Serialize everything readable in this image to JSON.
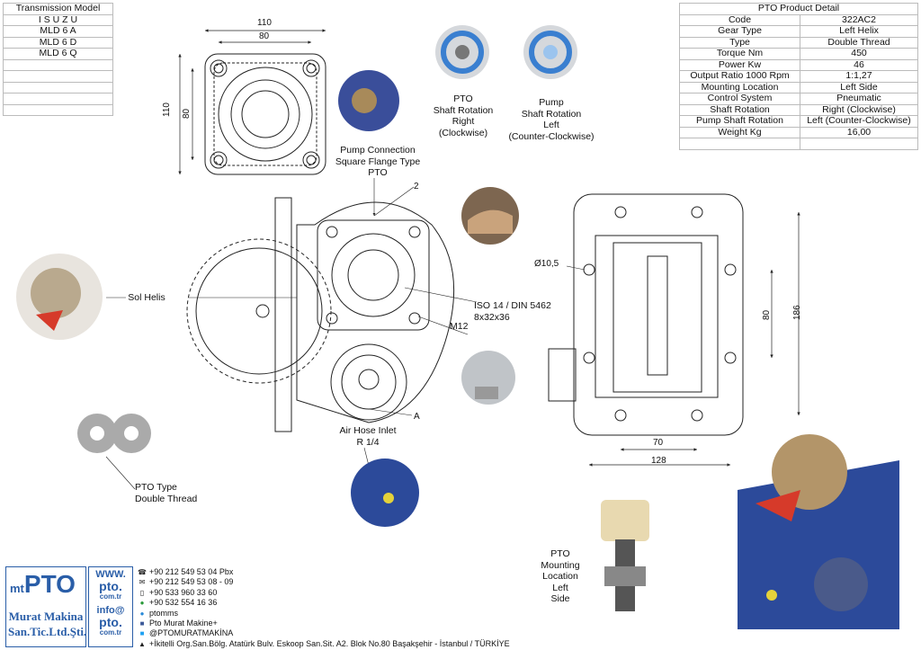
{
  "transmission": {
    "header": "Transmission Model",
    "models": [
      "I S U Z U",
      "MLD 6 A",
      "MLD 6 D",
      "MLD 6 Q",
      "",
      "",
      "",
      "",
      ""
    ]
  },
  "product": {
    "title": "PTO Product Detail",
    "rows": [
      {
        "k": "Code",
        "v": "322AC2"
      },
      {
        "k": "Gear Type",
        "v": "Left Helix"
      },
      {
        "k": "Type",
        "v": "Double Thread"
      },
      {
        "k": "Torque Nm",
        "v": "450"
      },
      {
        "k": "Power Kw",
        "v": "46"
      },
      {
        "k": "Output Ratio 1000 Rpm",
        "v": "1:1,27"
      },
      {
        "k": "Mounting Location",
        "v": "Left Side"
      },
      {
        "k": "Control System",
        "v": "Pneumatic"
      },
      {
        "k": "Shaft Rotation",
        "v": "Right (Clockwise)"
      },
      {
        "k": "Pump Shaft Rotation",
        "v": "Left (Counter-Clockwise)"
      },
      {
        "k": "Weight Kg",
        "v": "16,00"
      },
      {
        "k": "",
        "v": ""
      }
    ]
  },
  "labels": {
    "pto_rotation": [
      "PTO",
      "Shaft Rotation",
      "Right",
      "(Clockwise)"
    ],
    "pump_rotation": [
      "Pump",
      "Shaft Rotation",
      "Left",
      "(Counter-Clockwise)"
    ],
    "pump_connection": [
      "Pump Connection",
      "Square Flange Type",
      "PTO"
    ],
    "sol_helis": "Sol Helis",
    "iso": [
      "ISO 14 / DIN 5462",
      "8x32x36"
    ],
    "m12": "M12",
    "air_hose": [
      "Air Hose Inlet",
      "R 1/4"
    ],
    "pto_type": [
      "PTO Type",
      "Double Thread"
    ],
    "mounting": [
      "PTO",
      "Mounting",
      "Location",
      "Left",
      "Side"
    ],
    "mark_2": "2",
    "mark_a": "A"
  },
  "dims": {
    "flange_w_outer": "110",
    "flange_w_inner": "80",
    "flange_h_outer": "110",
    "flange_h_inner": "80",
    "hole": "Ø10,5",
    "side_h_inner": "80",
    "side_h_outer": "186",
    "side_w_inner": "70",
    "side_w_outer": "128"
  },
  "contact": {
    "lines": [
      "+90 212 549 53 04  Pbx",
      "+90 212 549 53 08 - 09",
      "+90 533 960 33 60",
      "+90 532 554 16 36",
      "ptomms",
      "Pto Murat Makine+",
      "@PTOMURATMAKİNA",
      "+İkitelli Org.San.Bölg. Atatürk Bulv. Eskoop San.Sit. A2. Blok No.80 Başakşehir - İstanbul / TÜRKİYE"
    ],
    "icons": [
      "phone-icon",
      "fax-icon",
      "mobile-icon",
      "whatsapp-icon",
      "skype-icon",
      "facebook-icon",
      "twitter-icon",
      "location-icon"
    ]
  },
  "logo": {
    "brand_small": "mt",
    "brand": "PTO",
    "company1": "Murat Makina",
    "company2": "San.Tic.Ltd.Şti.",
    "web1": "WWW.",
    "web2": "pto.",
    "web3": "com.tr",
    "mail1": "info@",
    "mail2": "pto.",
    "mail3": "com.tr"
  },
  "colors": {
    "logo_blue": "#2a5ea8",
    "pto_blue": "#2c4a9a",
    "highlight_red": "#d63a2a"
  }
}
